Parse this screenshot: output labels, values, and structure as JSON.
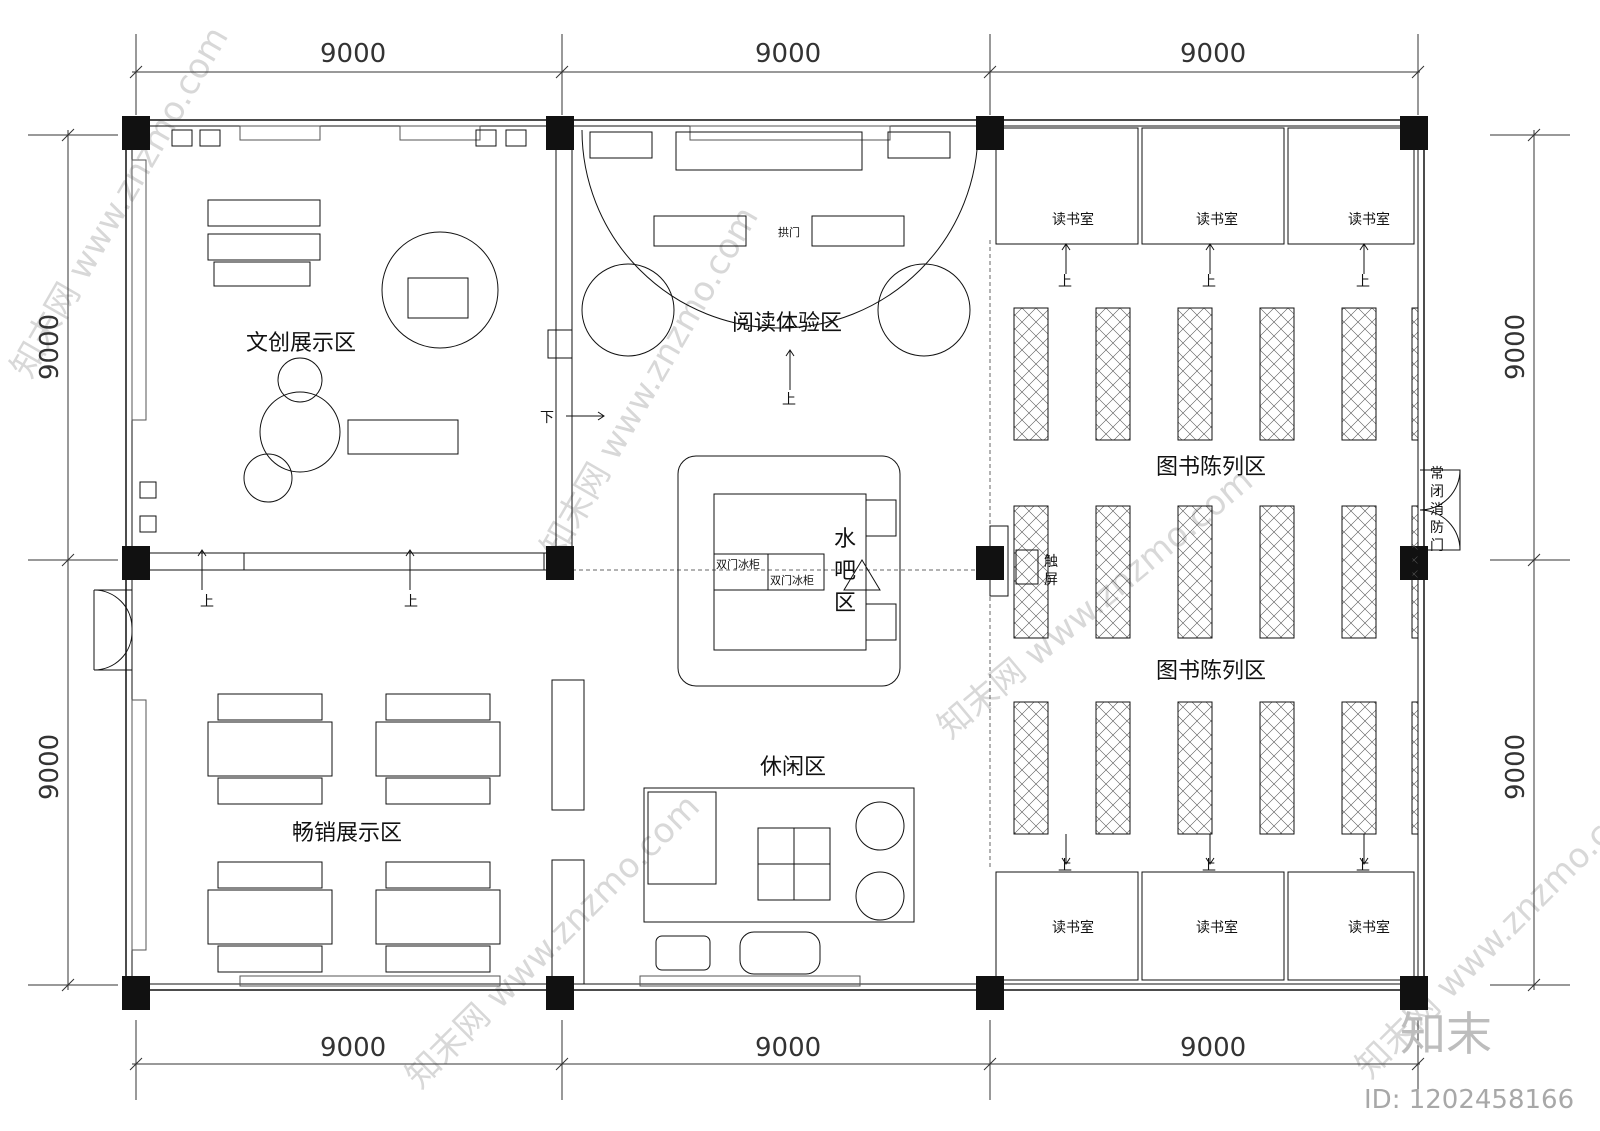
{
  "dimensions": {
    "top": [
      "9000",
      "9000",
      "9000"
    ],
    "bottom": [
      "9000",
      "9000",
      "9000"
    ],
    "left": [
      "9000",
      "9000"
    ],
    "right": [
      "9000",
      "9000"
    ]
  },
  "zones": {
    "wenchuang": "文创展示区",
    "reading_experience": "阅读体验区",
    "water_bar": [
      "水",
      "吧",
      "区"
    ],
    "book_display_1": "图书陈列区",
    "book_display_2": "图书陈列区",
    "bestseller": "畅销展示区",
    "leisure": "休闲区"
  },
  "reading_rooms": {
    "top": [
      "读书室",
      "读书室",
      "读书室"
    ],
    "bottom": [
      "读书室",
      "读书室",
      "读书室"
    ]
  },
  "labels": {
    "arch_door": "拱门",
    "double_fridge_1": "双门冰柜",
    "double_fridge_2": "双门冰柜",
    "touch_screen": [
      "触",
      "屏"
    ],
    "fire_door": [
      "常",
      "闭",
      "消",
      "防",
      "门"
    ],
    "up": "上",
    "down": "下"
  },
  "watermark": {
    "text": "知末网 www.znzmo.com",
    "brand": "知末",
    "id": "ID: 1202458166"
  }
}
